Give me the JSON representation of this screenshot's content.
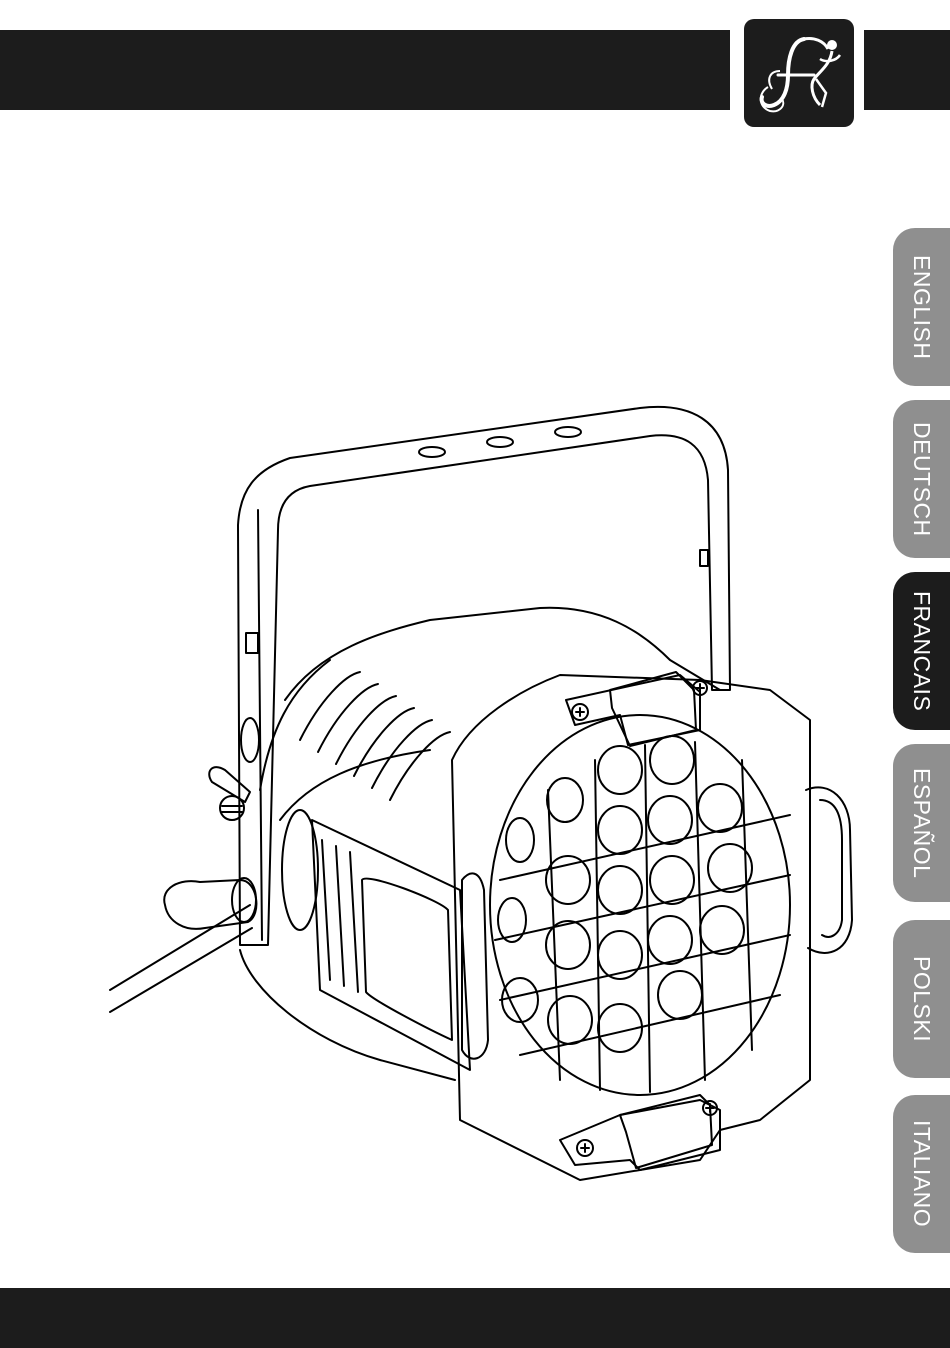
{
  "header": {
    "logo_icon": "stylized-letter-f-with-figure-logo",
    "bar_color": "#1c1c1c"
  },
  "language_tabs": [
    {
      "label": "ENGLISH",
      "active": false
    },
    {
      "label": "DEUTSCH",
      "active": false
    },
    {
      "label": "FRANCAIS",
      "active": true
    },
    {
      "label": "ESPAÑOL",
      "active": false
    },
    {
      "label": "POLSKI",
      "active": false
    },
    {
      "label": "ITALIANO",
      "active": false
    }
  ],
  "colors": {
    "tab_inactive": "#8f8f8f",
    "tab_active": "#1c1c1c",
    "tab_text": "#ffffff"
  },
  "illustration": {
    "icon": "led-par-spotlight-line-drawing"
  }
}
